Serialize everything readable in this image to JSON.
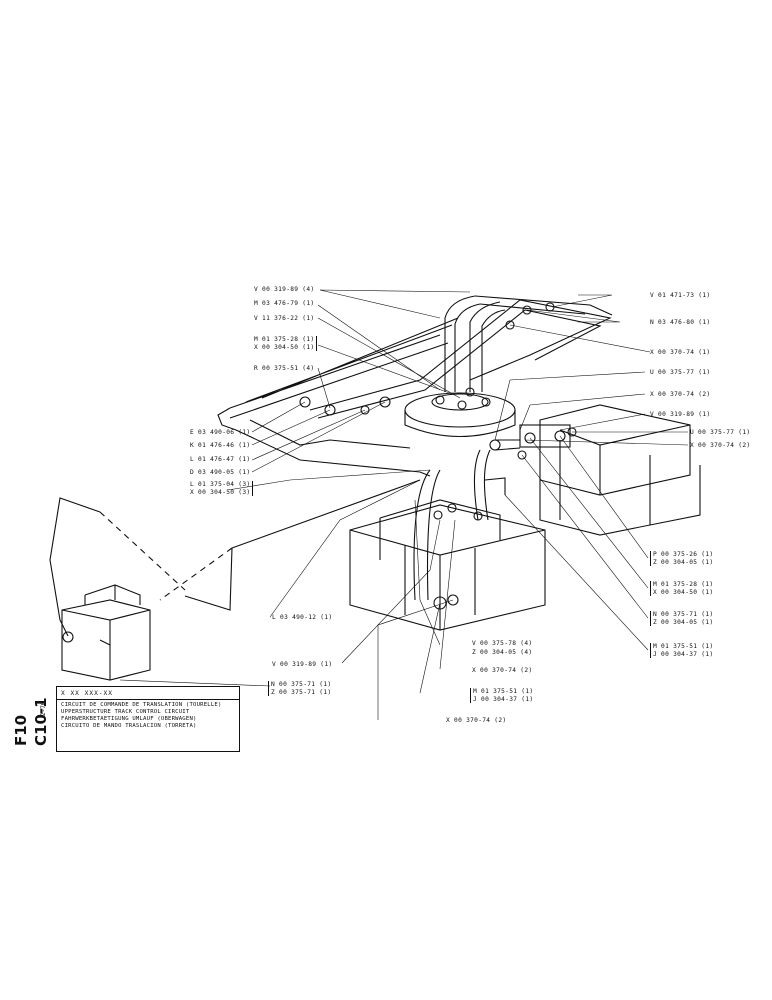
{
  "sheet": {
    "code_part1": "F10",
    "code_part2": "C10-1",
    "version": "2-76",
    "header_code": "X  XX    XXX-XX",
    "titles": [
      "CIRCUIT DE COMMANDE DE TRANSLATION (TOURELLE)",
      "UPPERSTRUCTURE TRACK CONTROL CIRCUIT",
      "FAHRWERKBETAETIGUNG UMLAUF (OBERWAGEN)",
      "CIRCUITO DE MANDO TRASLACION (TORRETA)"
    ]
  },
  "callouts_left": [
    "V 00 319-89 (4)",
    "M 03 476-79 (1)",
    "V 11 376-22 (1)",
    "R 00 375-51 (4)",
    "E 03 490-06 (1)",
    "K 01 476-46 (1)",
    "L 01 476-47 (1)",
    "D 03 490-05 (1)"
  ],
  "pairs_left": [
    [
      "M 01 375-28 (1)",
      "X 00 304-50 (1)"
    ],
    [
      "L 01 375-04 (3)",
      "X 00 304-50 (3)"
    ]
  ],
  "callouts_right": [
    "V 01 471-73 (1)",
    "N 03 476-80 (1)",
    "X 00 370-74 (1)",
    "U 00 375-77 (1)",
    "X 00 370-74 (2)",
    "V 00 319-89 (1)",
    "U 00 375-77 (1)",
    "X 00 370-74 (2)"
  ],
  "pairs_right": [
    [
      "P 00 375-26 (1)",
      "Z 00 304-05 (1)"
    ],
    [
      "M 01 375-28 (1)",
      "X 00 304-50 (1)"
    ],
    [
      "N 00 375-71 (1)",
      "Z 00 304-05 (1)"
    ],
    [
      "M 01 375-51 (1)",
      "J 00 304-37 (1)"
    ]
  ],
  "callouts_bottom": {
    "l_pipe": "L 03 490-12 (1)",
    "v_fitting": "V 00 319-89 (1)",
    "v_z_pair": [
      "V 00 375-78 (4)",
      "Z 00 304-05 (4)"
    ],
    "x_a": "X 00 370-74 (2)",
    "m_j_pair": [
      "M 01 375-51 (1)",
      "J 00 304-37 (1)"
    ],
    "x_b": "X 00 370-74 (2)",
    "n_z_pair": [
      "N 00 375-71 (1)",
      "Z 00 375-71 (1)"
    ]
  }
}
